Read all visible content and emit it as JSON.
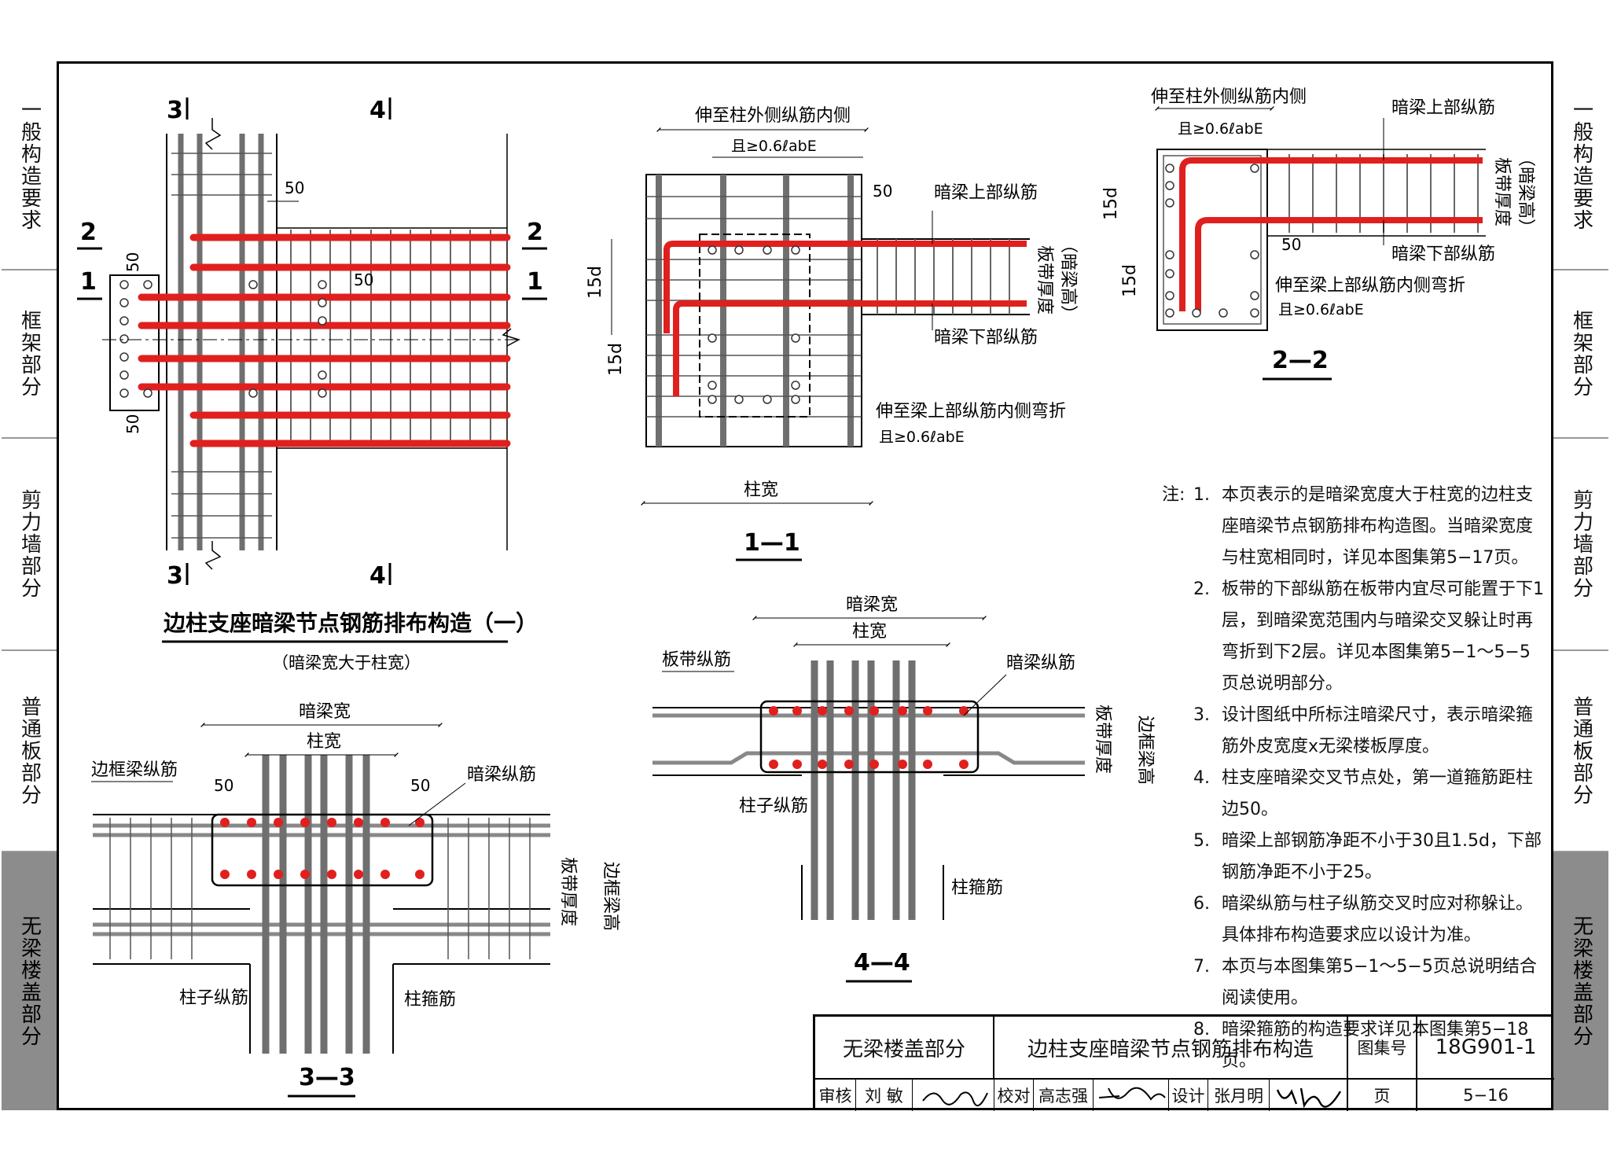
{
  "side_tabs": [
    "一般构造要求",
    "框架部分",
    "剪力墙部分",
    "普通板部分",
    "无梁楼盖部分"
  ],
  "active_tab": "无梁楼盖部分",
  "colors": {
    "rebar_red": "#e0201e",
    "rebar_gray": "#777777",
    "tab_active": "#8c8c8c"
  },
  "plan": {
    "section_marks": {
      "top_left": "3",
      "top_right": "4",
      "left_upper": "2",
      "left_lower": "1",
      "right_upper": "2",
      "right_lower": "1",
      "bottom_left": "3",
      "bottom_right": "4"
    },
    "dims": {
      "d50_top": "50",
      "d50_left_top": "50",
      "d50_mid": "50",
      "d50_left_bottom": "50"
    },
    "title": "边柱支座暗梁节点钢筋排布构造（一）",
    "subtitle": "（暗梁宽大于柱宽）"
  },
  "section_1_1": {
    "top_label": "伸至柱外侧纵筋内侧",
    "top_label2": "且≥0.6ℓabE",
    "d50": "50",
    "upper_bar": "暗梁上部纵筋",
    "lower_bar": "暗梁下部纵筋",
    "slab_thickness": "板带厚度",
    "beam_height": "（暗梁高）",
    "d15_upper": "15d",
    "d15_lower": "15d",
    "bend_note": "伸至梁上部纵筋内侧弯折",
    "bend_note2": "且≥0.6ℓabE",
    "col_width": "柱宽",
    "caption": "1—1"
  },
  "section_2_2": {
    "top_label": "伸至柱外侧纵筋内侧",
    "top_label2": "且≥0.6ℓabE",
    "upper_bar": "暗梁上部纵筋",
    "lower_bar": "暗梁下部纵筋",
    "d15_upper": "15d",
    "d15_lower": "15d",
    "d50": "50",
    "bend_note": "伸至梁上部纵筋内侧弯折",
    "bend_note2": "且≥0.6ℓabE",
    "slab_thickness": "板带厚度",
    "beam_height": "（暗梁高）",
    "caption": "2—2"
  },
  "section_3_3": {
    "beam_width": "暗梁宽",
    "col_width": "柱宽",
    "edge_beam_bar": "边框梁纵筋",
    "hidden_beam_bar": "暗梁纵筋",
    "d50_left": "50",
    "d50_right": "50",
    "slab_thickness": "板带厚度",
    "edge_beam_height": "边框梁高",
    "col_bar": "柱子纵筋",
    "col_stirrup": "柱箍筋",
    "caption": "3—3"
  },
  "section_4_4": {
    "beam_width": "暗梁宽",
    "col_width": "柱宽",
    "slab_bar": "板带纵筋",
    "hidden_beam_bar": "暗梁纵筋",
    "slab_thickness": "板带厚度",
    "edge_beam_height": "边框梁高",
    "col_bar": "柱子纵筋",
    "col_stirrup": "柱箍筋",
    "caption": "4—4"
  },
  "notes": {
    "heading": "注:",
    "items": [
      "本页表示的是暗梁宽度大于柱宽的边柱支座暗梁节点钢筋排布构造图。当暗梁宽度与柱宽相同时，详见本图集第5−17页。",
      "板带的下部纵筋在板带内宜尽可能置于下1层，到暗梁宽范围内与暗梁交叉躲让时再弯折到下2层。详见本图集第5−1～5−5页总说明部分。",
      "设计图纸中所标注暗梁尺寸，表示暗梁箍筋外皮宽度x无梁楼板厚度。",
      "柱支座暗梁交叉节点处，第一道箍筋距柱边50。",
      "暗梁上部钢筋净距不小于30且1.5d，下部钢筋净距不小于25。",
      "暗梁纵筋与柱子纵筋交叉时应对称躲让。具体排布构造要求应以设计为准。",
      "本页与本图集第5−1～5−5页总说明结合阅读使用。",
      "暗梁箍筋的构造要求详见本图集第5−18页。"
    ]
  },
  "title_block": {
    "category": "无梁楼盖部分",
    "drawing_title": "边柱支座暗梁节点钢筋排布构造",
    "atlas_label": "图集号",
    "atlas_no": "18G901-1",
    "review_label": "审核",
    "reviewer": "刘 敏",
    "check_label": "校对",
    "checker": "高志强",
    "design_label": "设计",
    "designer": "张月明",
    "page_label": "页",
    "page_no": "5−16"
  }
}
